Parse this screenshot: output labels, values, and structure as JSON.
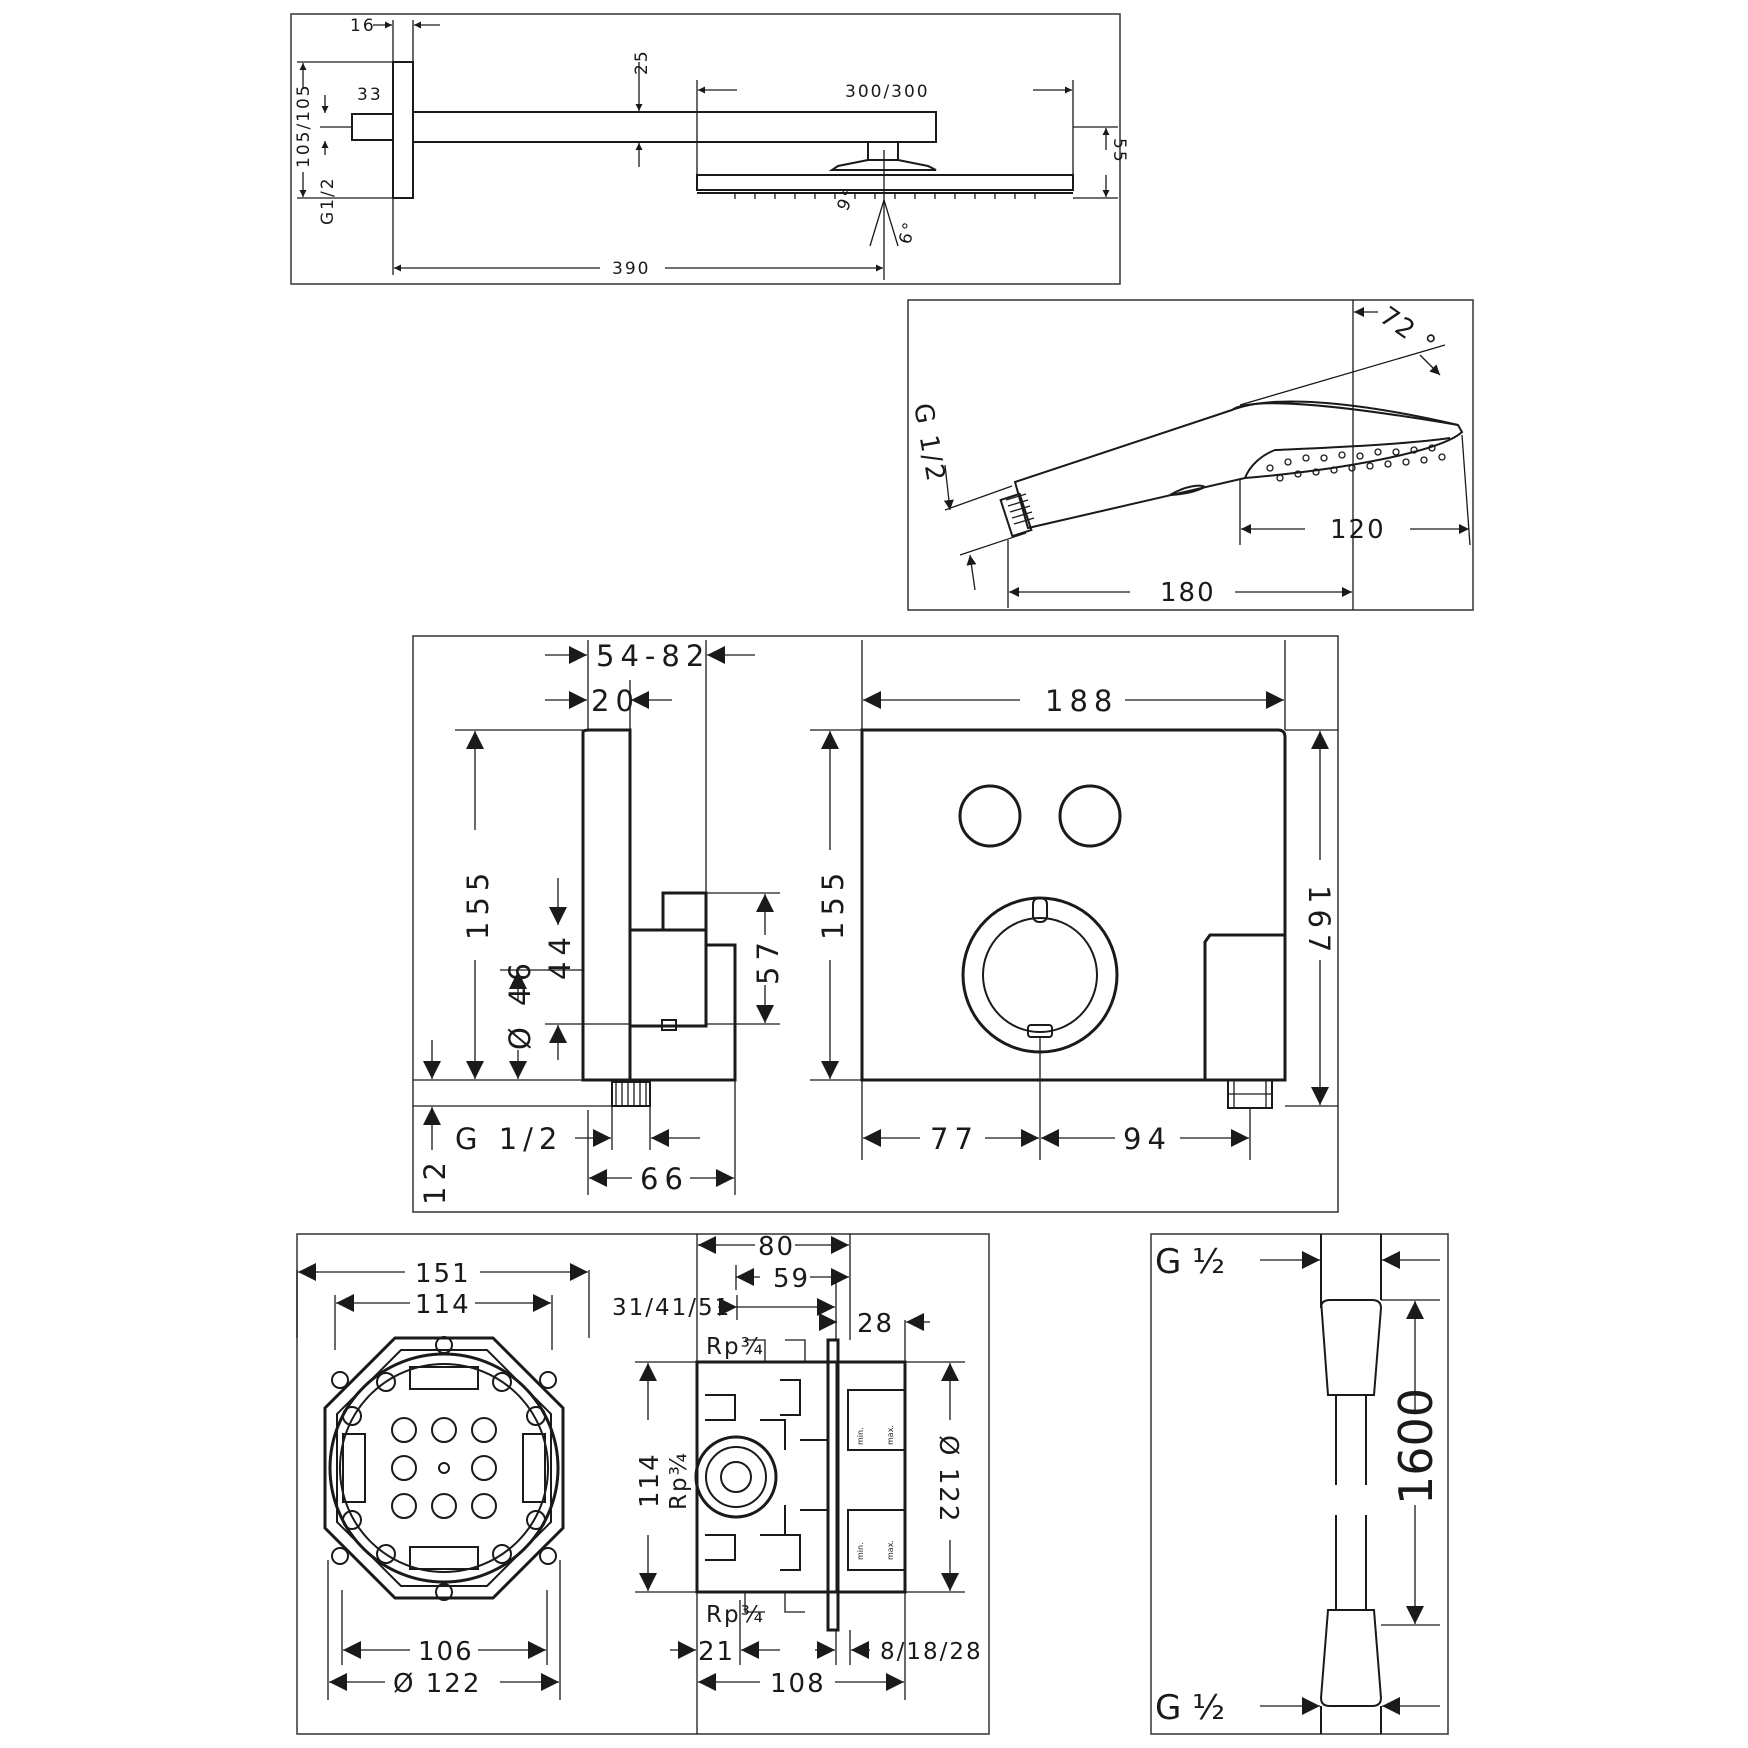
{
  "colors": {
    "line": "#1a1a1a",
    "background": "#ffffff"
  },
  "overhead_shower": {
    "d16": "16",
    "d33": "33",
    "d25": "25",
    "d300": "300/300",
    "d105": "105/105",
    "thread": "G1/2",
    "d55": "55",
    "angle_a": "9°",
    "angle_b": "6°",
    "d390": "390"
  },
  "hand_shower": {
    "angle": "72 °",
    "thread": "G 1/2",
    "d120": "120",
    "d180": "180"
  },
  "trim": {
    "d5482": "54-82",
    "d20": "20",
    "d155_side": "155",
    "d44": "44",
    "d46": "Ø 46",
    "d57": "57",
    "thread": "G 1/2",
    "d12": "12",
    "d66": "66",
    "d188": "188",
    "d155_front": "155",
    "d167": "167",
    "d77": "77",
    "d94": "94"
  },
  "ibox_front": {
    "d151": "151",
    "d114": "114",
    "d106": "106",
    "d122": "Ø 122"
  },
  "ibox_side": {
    "d80": "80",
    "d59": "59",
    "d314151": "31/41/51",
    "d28": "28",
    "rp_top": "Rp¾",
    "rp_mid": "Rp¾",
    "rp_bot": "Rp¾",
    "d114": "114",
    "d122": "Ø 122",
    "d21": "21",
    "d81828": "8/18/28",
    "d108": "108",
    "min": "min.",
    "max": "max."
  },
  "hose": {
    "thread_top": "G ½",
    "thread_bot": "G ½",
    "length": "1600"
  }
}
